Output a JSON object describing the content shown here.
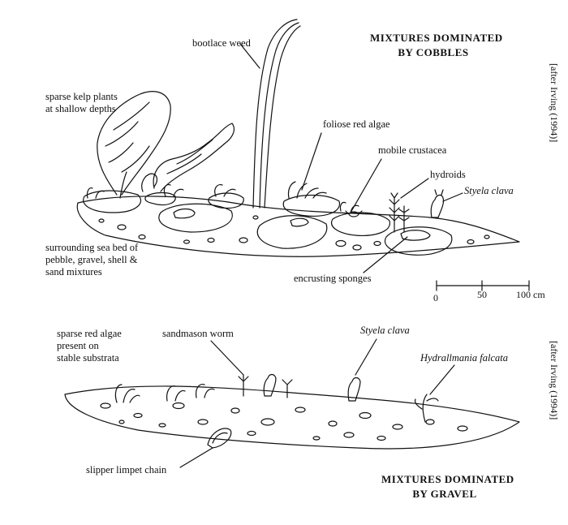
{
  "top": {
    "title_line1": "MIXTURES DOMINATED",
    "title_line2": "BY COBBLES",
    "credit": "[after Irving (1994)]",
    "labels": {
      "bootlace": "bootlace weed",
      "kelp_line1": "sparse kelp plants",
      "kelp_line2": "at shallow depths",
      "foliose": "foliose red algae",
      "crustacea": "mobile crustacea",
      "hydroids": "hydroids",
      "styela": "Styela clava",
      "seabed_line1": "surrounding sea bed of",
      "seabed_line2": "pebble, gravel, shell &",
      "seabed_line3": "sand mixtures",
      "sponges": "encrusting sponges"
    },
    "scale": {
      "ticks": [
        "0",
        "50",
        "100 cm"
      ]
    }
  },
  "bottom": {
    "title_line1": "MIXTURES DOMINATED",
    "title_line2": "BY GRAVEL",
    "credit": "[after Irving (1994)]",
    "labels": {
      "red_algae_line1": "sparse red algae",
      "red_algae_line2": "present on",
      "red_algae_line3": "stable substrata",
      "sandmason": "sandmason worm",
      "styela": "Styela clava",
      "hydrallmania": "Hydrallmania falcata",
      "limpet": "slipper limpet chain"
    }
  }
}
